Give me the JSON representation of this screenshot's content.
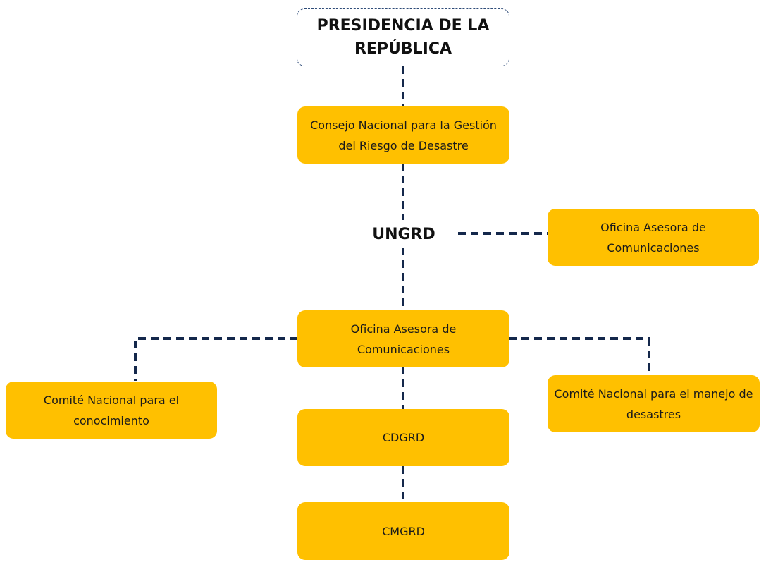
{
  "org_chart": {
    "presidency": "PRESIDENCIA DE LA REPÚBLICA",
    "consejo": "Consejo Nacional para la Gestión del Riesgo de Desastre",
    "ungrd": "UNGRD",
    "oficina_right": "Oficina Asesora de Comunicaciones",
    "oficina_center": "Oficina Asesora de Comunicaciones",
    "comite_conocimiento": "Comité Nacional para el conocimiento",
    "comite_manejo": "Comité Nacional para el manejo de desastres",
    "cdgrd": "CDGRD",
    "cmgrd": "CMGRD"
  },
  "colors": {
    "box_fill": "#ffc000",
    "connector": "#14284b",
    "top_border": "#2e4b78"
  }
}
